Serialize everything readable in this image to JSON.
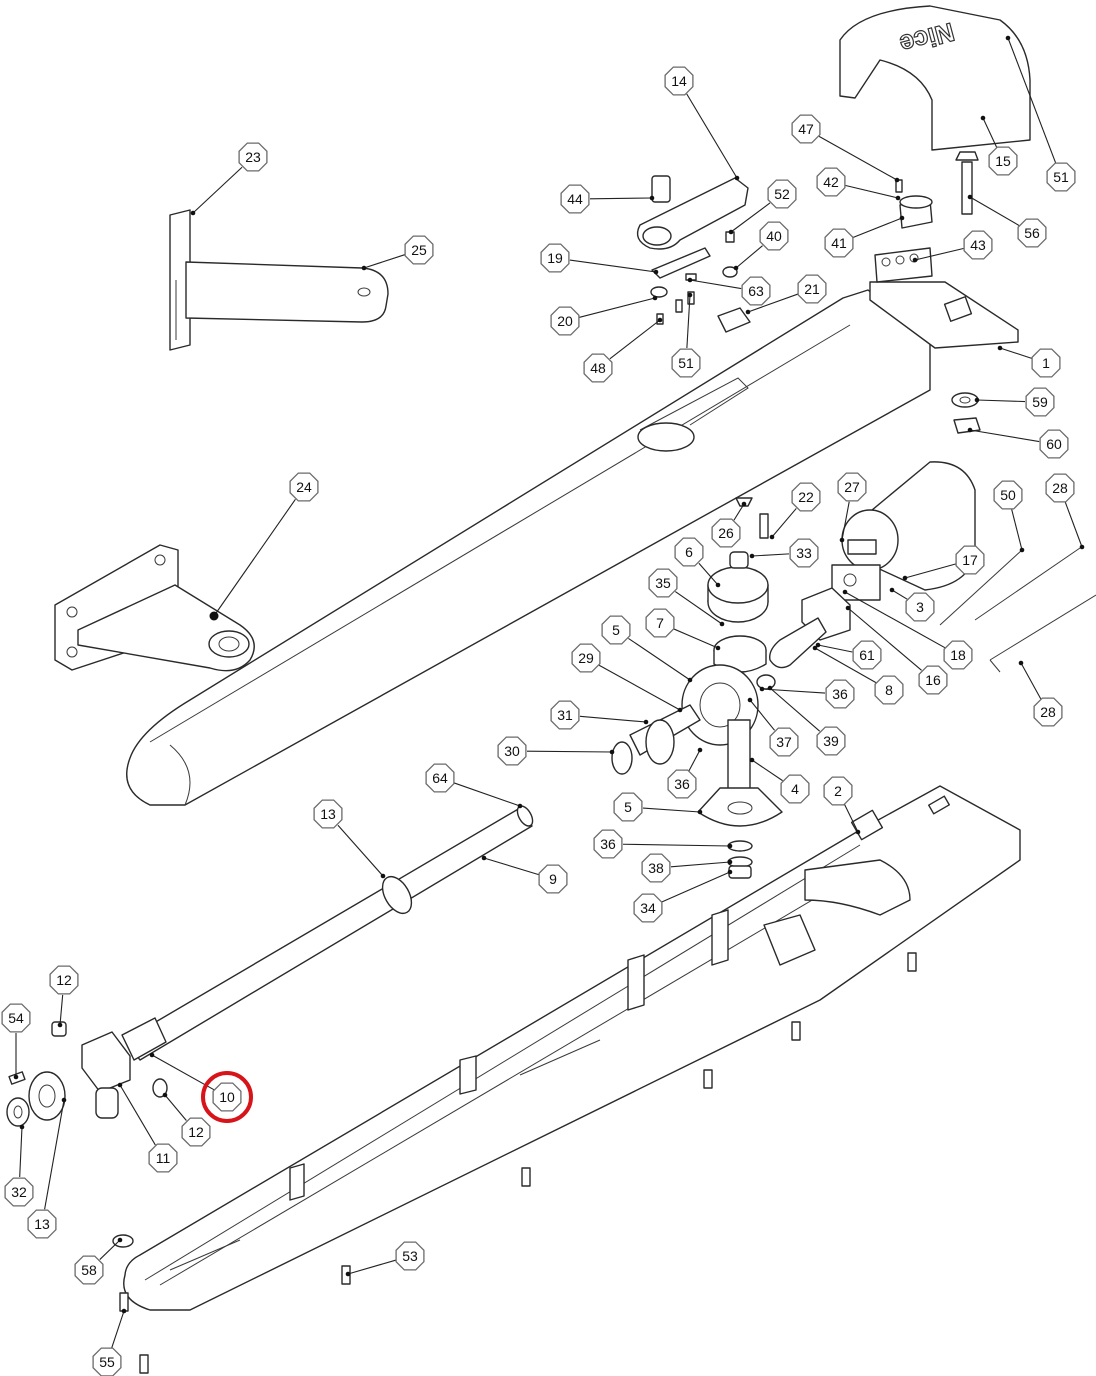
{
  "diagram": {
    "brand_logo": "Nice",
    "highlight_color": "#d7141a",
    "highlighted_part": "10",
    "callouts": [
      {
        "id": "1",
        "label": "1"
      },
      {
        "id": "2",
        "label": "2"
      },
      {
        "id": "3",
        "label": "3"
      },
      {
        "id": "4",
        "label": "4"
      },
      {
        "id": "5a",
        "label": "5"
      },
      {
        "id": "5b",
        "label": "5"
      },
      {
        "id": "6",
        "label": "6"
      },
      {
        "id": "7",
        "label": "7"
      },
      {
        "id": "8",
        "label": "8"
      },
      {
        "id": "9",
        "label": "9"
      },
      {
        "id": "10",
        "label": "10"
      },
      {
        "id": "11",
        "label": "11"
      },
      {
        "id": "12a",
        "label": "12"
      },
      {
        "id": "12b",
        "label": "12"
      },
      {
        "id": "13a",
        "label": "13"
      },
      {
        "id": "13b",
        "label": "13"
      },
      {
        "id": "14",
        "label": "14"
      },
      {
        "id": "15",
        "label": "15"
      },
      {
        "id": "16",
        "label": "16"
      },
      {
        "id": "17",
        "label": "17"
      },
      {
        "id": "18",
        "label": "18"
      },
      {
        "id": "19",
        "label": "19"
      },
      {
        "id": "20",
        "label": "20"
      },
      {
        "id": "21",
        "label": "21"
      },
      {
        "id": "22",
        "label": "22"
      },
      {
        "id": "23",
        "label": "23"
      },
      {
        "id": "24",
        "label": "24"
      },
      {
        "id": "25",
        "label": "25"
      },
      {
        "id": "26",
        "label": "26"
      },
      {
        "id": "27",
        "label": "27"
      },
      {
        "id": "28a",
        "label": "28"
      },
      {
        "id": "28b",
        "label": "28"
      },
      {
        "id": "29",
        "label": "29"
      },
      {
        "id": "30",
        "label": "30"
      },
      {
        "id": "31",
        "label": "31"
      },
      {
        "id": "32",
        "label": "32"
      },
      {
        "id": "33",
        "label": "33"
      },
      {
        "id": "34",
        "label": "34"
      },
      {
        "id": "35",
        "label": "35"
      },
      {
        "id": "36a",
        "label": "36"
      },
      {
        "id": "36b",
        "label": "36"
      },
      {
        "id": "36c",
        "label": "36"
      },
      {
        "id": "37",
        "label": "37"
      },
      {
        "id": "38",
        "label": "38"
      },
      {
        "id": "39",
        "label": "39"
      },
      {
        "id": "40",
        "label": "40"
      },
      {
        "id": "41",
        "label": "41"
      },
      {
        "id": "42",
        "label": "42"
      },
      {
        "id": "43",
        "label": "43"
      },
      {
        "id": "44",
        "label": "44"
      },
      {
        "id": "47",
        "label": "47"
      },
      {
        "id": "48",
        "label": "48"
      },
      {
        "id": "50",
        "label": "50"
      },
      {
        "id": "51a",
        "label": "51"
      },
      {
        "id": "51b",
        "label": "51"
      },
      {
        "id": "52",
        "label": "52"
      },
      {
        "id": "53",
        "label": "53"
      },
      {
        "id": "54",
        "label": "54"
      },
      {
        "id": "55",
        "label": "55"
      },
      {
        "id": "56",
        "label": "56"
      },
      {
        "id": "58",
        "label": "58"
      },
      {
        "id": "59",
        "label": "59"
      },
      {
        "id": "60",
        "label": "60"
      },
      {
        "id": "61",
        "label": "61"
      },
      {
        "id": "63",
        "label": "63"
      },
      {
        "id": "64",
        "label": "64"
      }
    ]
  }
}
